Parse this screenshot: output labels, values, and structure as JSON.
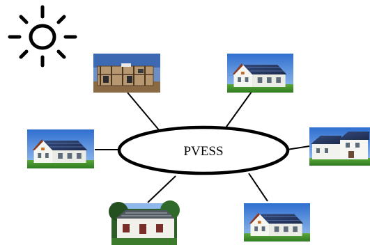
{
  "diagram": {
    "hub": {
      "label": "PVESS"
    },
    "icons": {
      "sun": "sun-icon"
    },
    "nodes": [
      {
        "name": "house-under-construction",
        "kind": "construction"
      },
      {
        "name": "house-top-right",
        "kind": "house"
      },
      {
        "name": "house-left",
        "kind": "house"
      },
      {
        "name": "house-right",
        "kind": "house"
      },
      {
        "name": "house-bottom-left",
        "kind": "house"
      },
      {
        "name": "house-bottom-right",
        "kind": "house"
      }
    ],
    "colors": {
      "sky": "#2f6fd0",
      "sky_light": "#8fb8ea",
      "grass": "#3f8f2a",
      "wall": "#f4f4ef",
      "panel": "#2a3b63",
      "trees": "#2d5e2a",
      "ink": "#000000"
    }
  }
}
